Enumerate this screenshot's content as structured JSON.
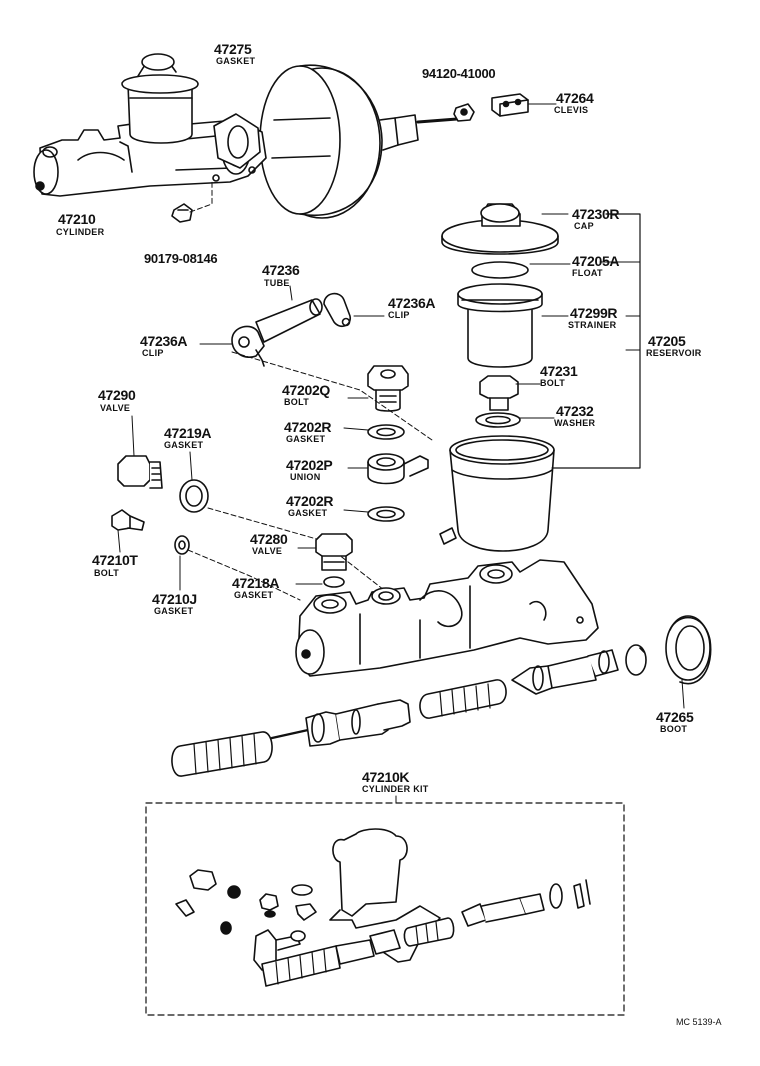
{
  "parts": {
    "p47275": {
      "num": "47275",
      "name": "GASKET"
    },
    "p94120": {
      "num": "94120-41000"
    },
    "p47264": {
      "num": "47264",
      "name": "CLEVIS"
    },
    "p47210": {
      "num": "47210",
      "name": "CYLINDER"
    },
    "p90179": {
      "num": "90179-08146"
    },
    "p47230R": {
      "num": "47230R",
      "name": "CAP"
    },
    "p47205A": {
      "num": "47205A",
      "name": "FLOAT"
    },
    "p47299R": {
      "num": "47299R",
      "name": "STRAINER"
    },
    "p47205": {
      "num": "47205",
      "name": "RESERVOIR"
    },
    "p47236": {
      "num": "47236",
      "name": "TUBE"
    },
    "p47236A_right": {
      "num": "47236A",
      "name": "CLIP"
    },
    "p47236A_left": {
      "num": "47236A",
      "name": "CLIP"
    },
    "p47231": {
      "num": "47231",
      "name": "BOLT"
    },
    "p47232": {
      "num": "47232",
      "name": "WASHER"
    },
    "p47290": {
      "num": "47290",
      "name": "VALVE"
    },
    "p47202Q": {
      "num": "47202Q",
      "name": "BOLT"
    },
    "p47202R_upper": {
      "num": "47202R",
      "name": "GASKET"
    },
    "p47219A": {
      "num": "47219A",
      "name": "GASKET"
    },
    "p47202P": {
      "num": "47202P",
      "name": "UNION"
    },
    "p47202R_lower": {
      "num": "47202R",
      "name": "GASKET"
    },
    "p47280": {
      "num": "47280",
      "name": "VALVE"
    },
    "p47210T": {
      "num": "47210T",
      "name": "BOLT"
    },
    "p47218A": {
      "num": "47218A",
      "name": "GASKET"
    },
    "p47210J": {
      "num": "47210J",
      "name": "GASKET"
    },
    "p47265": {
      "num": "47265",
      "name": "BOOT"
    },
    "p47210K": {
      "num": "47210K",
      "name": "CYLINDER KIT"
    }
  },
  "footer": {
    "code": "MC 5139-A"
  }
}
